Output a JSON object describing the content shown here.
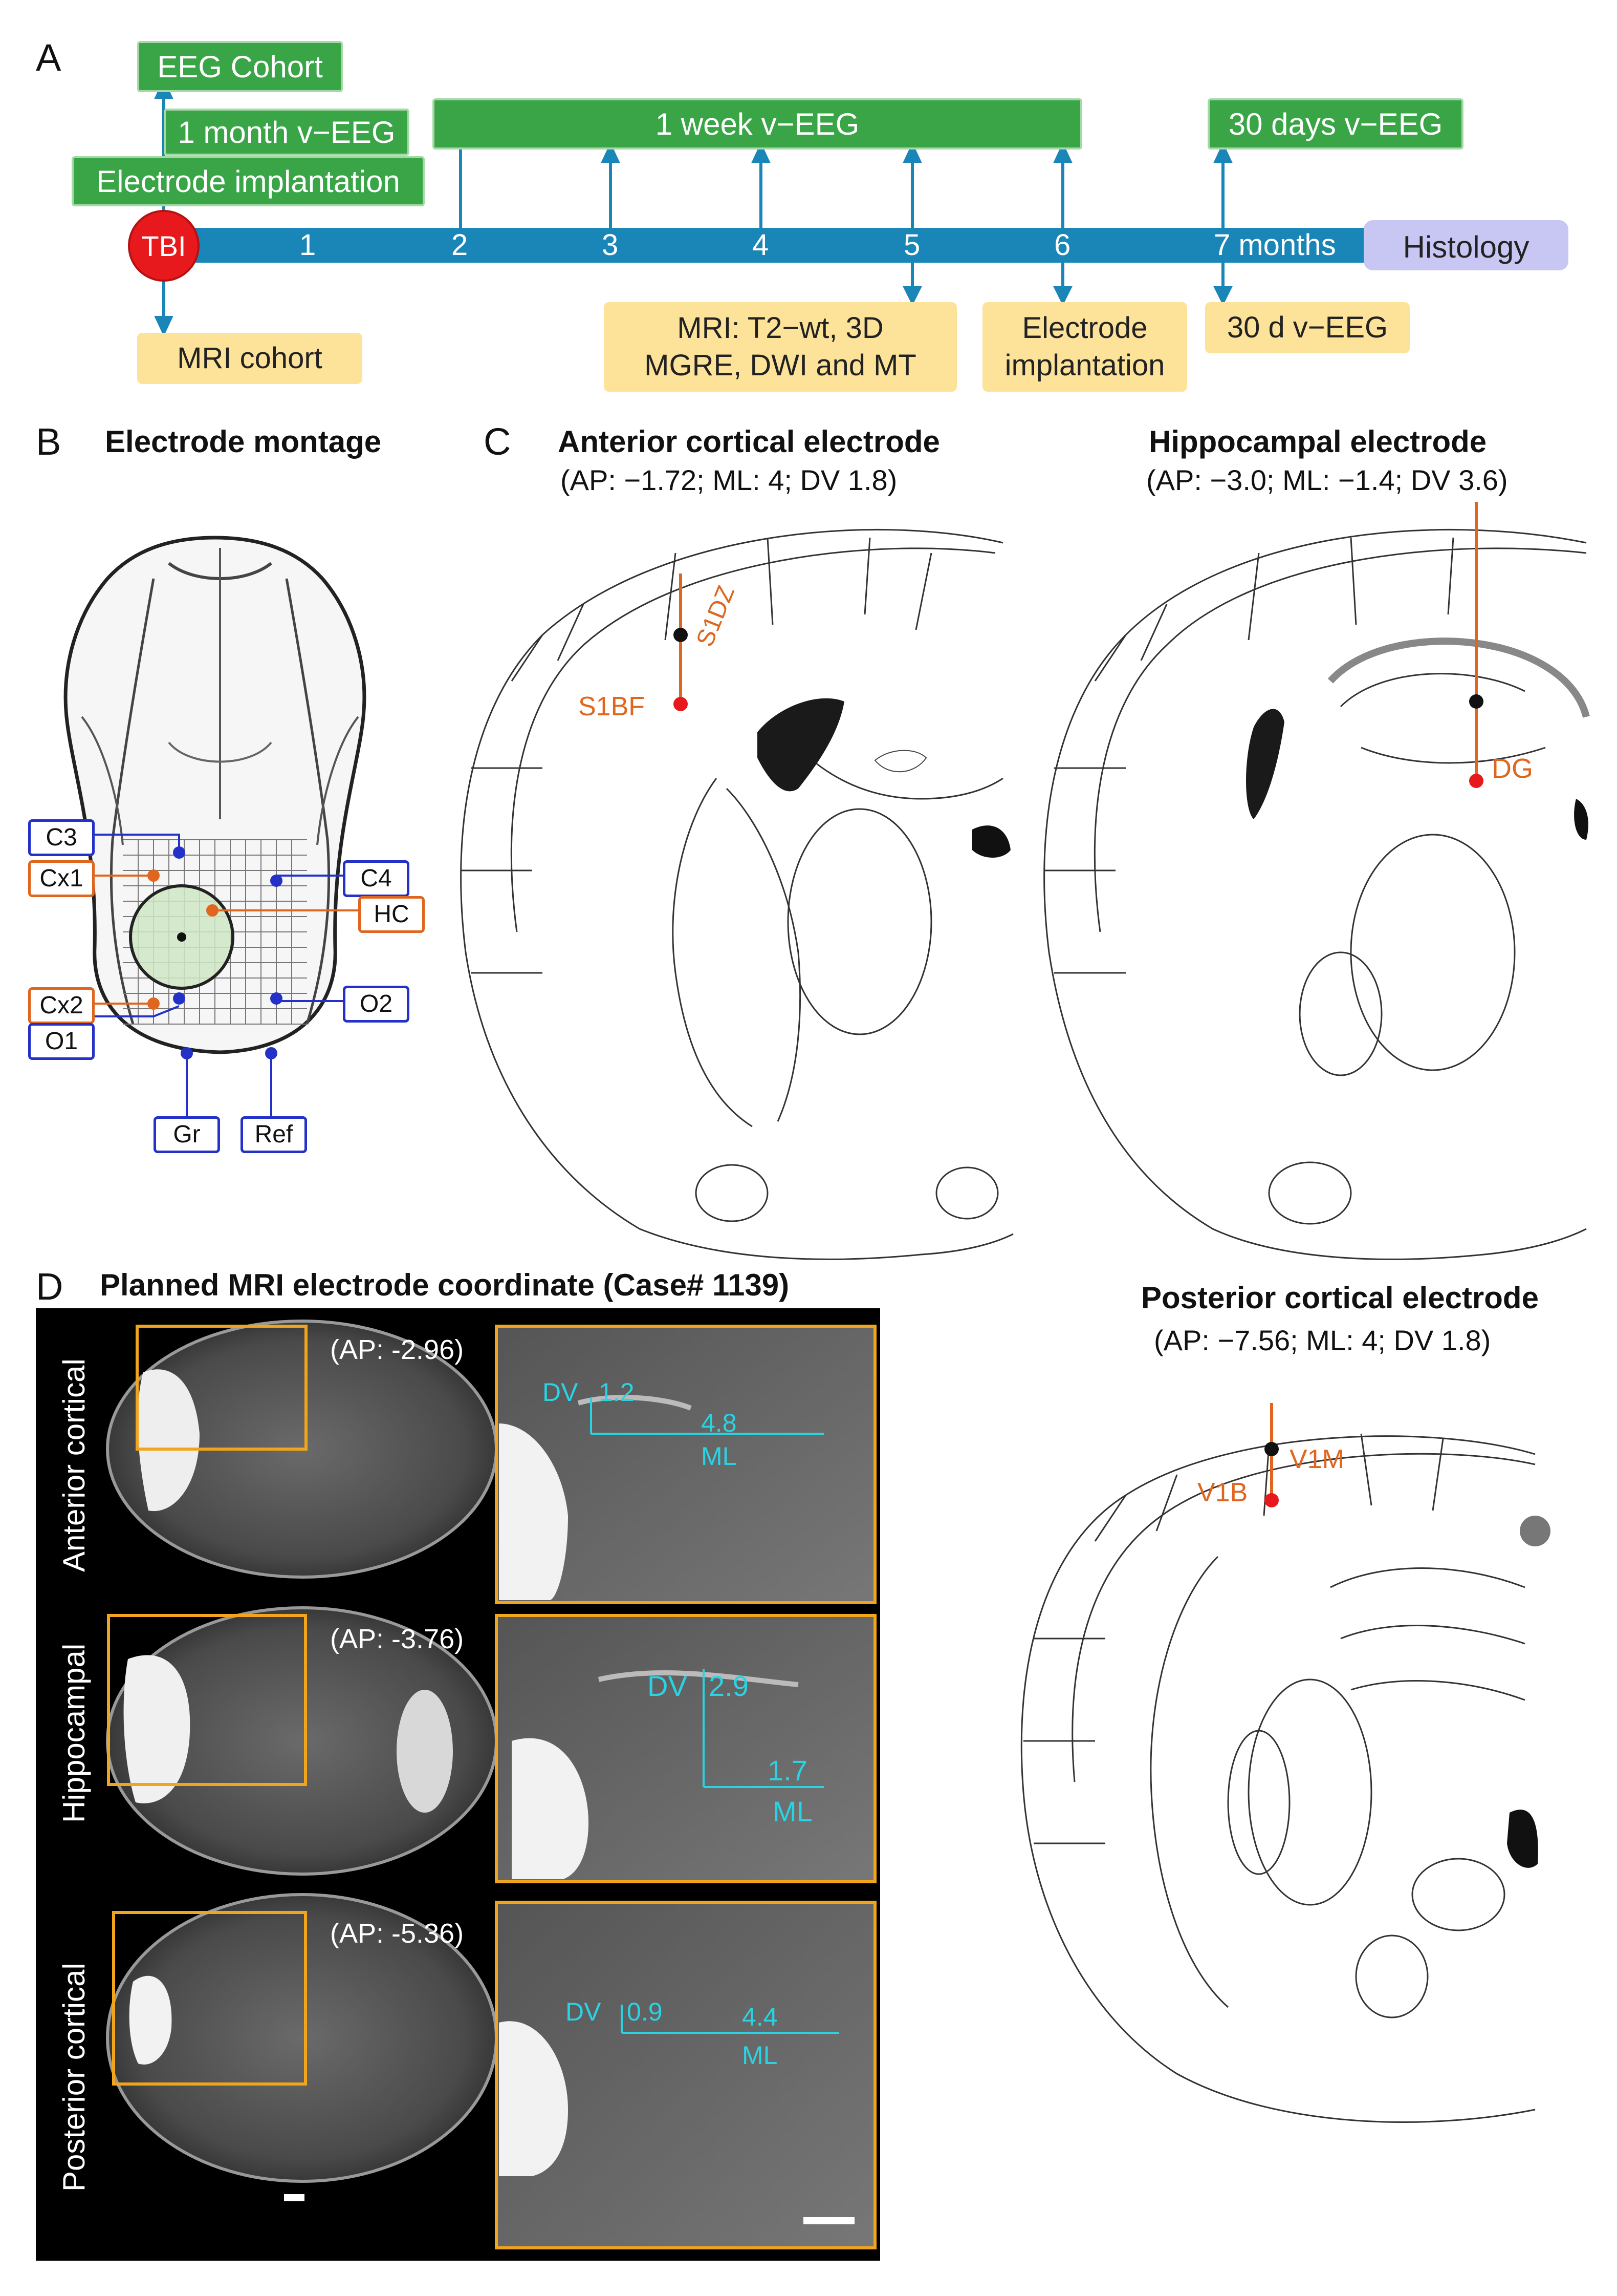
{
  "panelA": {
    "letter": "A",
    "eeg_cohort": "EEG Cohort",
    "one_month": "1 month v−EEG",
    "implant_top": "Electrode implantation",
    "one_week": "1 week v−EEG",
    "thirty_days": "30 days v−EEG",
    "tbi": "TBI",
    "ticks": [
      "1",
      "2",
      "3",
      "4",
      "5",
      "6",
      "7 months"
    ],
    "histology": "Histology",
    "mri_cohort": "MRI cohort",
    "mri_protocol_line1": "MRI: T2−wt, 3D",
    "mri_protocol_line2": "MGRE, DWI and MT",
    "implant_bottom_line1": "Electrode",
    "implant_bottom_line2": "implantation",
    "thirty_d": "30 d v−EEG"
  },
  "panelB": {
    "letter": "B",
    "title": "Electrode montage",
    "electrodes": [
      "C3",
      "Cx1",
      "Cx2",
      "O1",
      "C4",
      "HC",
      "O2",
      "Gr",
      "Ref"
    ]
  },
  "panelC": {
    "letter": "C",
    "anterior_title": "Anterior cortical electrode",
    "anterior_coord": "(AP: −1.72; ML: 4; DV 1.8)",
    "anterior_labels": [
      "S1DZ",
      "S1BF"
    ],
    "hippo_title": "Hippocampal electrode",
    "hippo_coord": "(AP: −3.0; ML: −1.4; DV 3.6)",
    "hippo_label": "DG",
    "posterior_title": "Posterior cortical electrode",
    "posterior_coord": "(AP: −7.56; ML: 4; DV 1.8)",
    "posterior_labels": [
      "V1M",
      "V1B"
    ]
  },
  "panelD": {
    "letter": "D",
    "title": "Planned MRI electrode coordinate (Case# 1139)",
    "rows": [
      {
        "label": "Anterior cortical",
        "ap": "(AP: -2.96)",
        "dv": "1.2",
        "ml": "4.8"
      },
      {
        "label": "Hippocampal",
        "ap": "(AP: -3.76)",
        "dv": "2.9",
        "ml": "1.7"
      },
      {
        "label": "Posterior  cortical",
        "ap": "(AP: -5.36)",
        "dv": "0.9",
        "ml": "4.4"
      }
    ],
    "dv_label": "DV",
    "ml_label": "ML"
  },
  "colors": {
    "green": "#3aa547",
    "yellow": "#fde39a",
    "timeline_blue": "#1a86b8",
    "tbi_red": "#e8191d",
    "histology": "#c8c6f2",
    "orange": "#e0661f",
    "blue_box": "#2431c8",
    "cyan": "#2ad3e3",
    "mri_frame": "#f0a51c"
  }
}
